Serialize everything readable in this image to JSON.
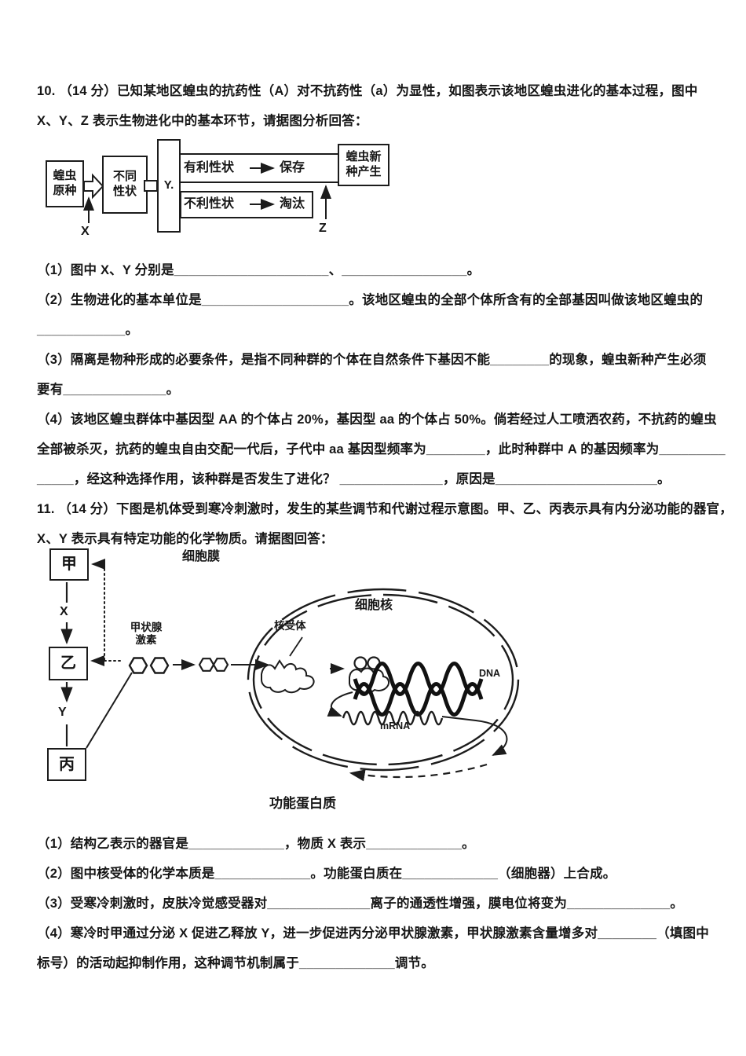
{
  "page": {
    "background": "#ffffff",
    "ink": "#1c1c1c"
  },
  "q10": {
    "lines": [
      "10. （14 分）已知某地区蝗虫的抗药性（A）对不抗药性（a）为显性，如图表示该地区蝗虫进化的基本过程，图中",
      "X、Y、Z 表示生物进化中的基本环节，请据图分析回答：",
      "（1）图中 X、Y 分别是_____________________、_________________。",
      "（2）生物进化的基本单位是____________________。该地区蝗虫的全部个体所含有的全部基因叫做该地区蝗虫的",
      "____________。",
      "（3）隔离是物种形成的必要条件，是指不同种群的个体在自然条件下基因不能________的现象，蝗虫新种产生必须",
      "要有______________。",
      "（4）该地区蝗虫群体中基因型 AA 的个体占 20%，基因型 aa 的个体占 50%。倘若经过人工喷洒农药，不抗药的蝗虫",
      "全部被杀灭，抗药的蝗虫自由交配一代后，子代中 aa 基因型频率为________，此时种群中 A 的基因频率为_________",
      "_____，经这种选择作用，该种群是否发生了进化？ ______________，原因是______________________。"
    ],
    "diagram": {
      "origin_box": "蝗虫\n原种",
      "traits_box": "不同\n性状",
      "y_box": "Y.",
      "favorable": "有利性状",
      "preserved": "保存",
      "unfavorable": "不利性状",
      "eliminated": "淘汰",
      "new_species_box": "蝗虫新\n种产生",
      "label_x": "X",
      "label_z": "Z"
    }
  },
  "q11": {
    "lines": [
      "11. （14 分）下图是机体受到寒冷刺激时，发生的某些调节和代谢过程示意图。甲、乙、丙表示具有内分泌功能的器官，",
      "X、Y 表示具有特定功能的化学物质。请据图回答：",
      "（1）结构乙表示的器官是_____________，物质 X 表示_____________。",
      "（2）图中核受体的化学本质是_____________。功能蛋白质在_____________（细胞器）上合成。",
      "（3）受寒冷刺激时，皮肤冷觉感受器对______________离子的通透性增强，膜电位将变为______________。",
      "（4）寒冷时甲通过分泌 X 促进乙释放 Y，进一步促进丙分泌甲状腺激素，甲状腺激素含量增多对________（填图中",
      "标号）的活动起抑制作用，这种调节机制属于_____________调节。"
    ],
    "diagram": {
      "organ_jia": "甲",
      "organ_yi": "乙",
      "organ_bing": "丙",
      "label_x": "X",
      "label_y": "Y",
      "thyroid_hormone": "甲状腺\n激素",
      "cell_membrane": "细胞膜",
      "nucleus": "细胞核",
      "nuclear_receptor": "核受体",
      "dna": "DNA",
      "mrna": "mRNA",
      "functional_protein": "功能蛋白质"
    }
  }
}
